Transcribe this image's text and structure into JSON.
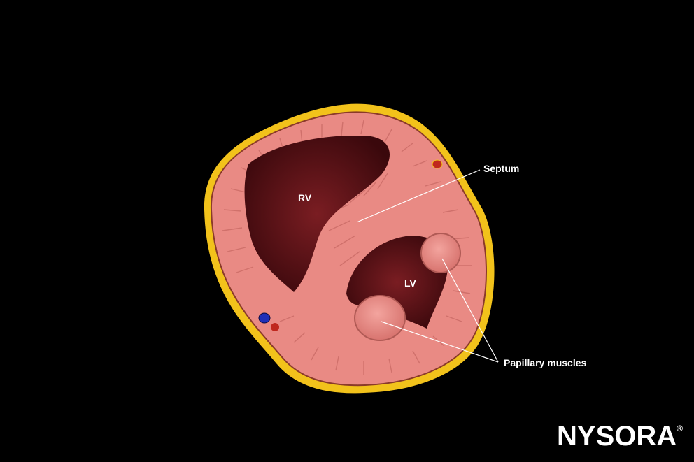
{
  "labels": {
    "rv": "RV",
    "lv": "LV",
    "septum": "Septum",
    "papillary": "Papillary muscles"
  },
  "logo": {
    "text": "NYSORA",
    "mark": "®"
  },
  "colors": {
    "background": "#000000",
    "fat": "#f2c21b",
    "myocardium": "#e98a84",
    "cavity": "#4a0d12",
    "papillary": "#e88c86"
  }
}
